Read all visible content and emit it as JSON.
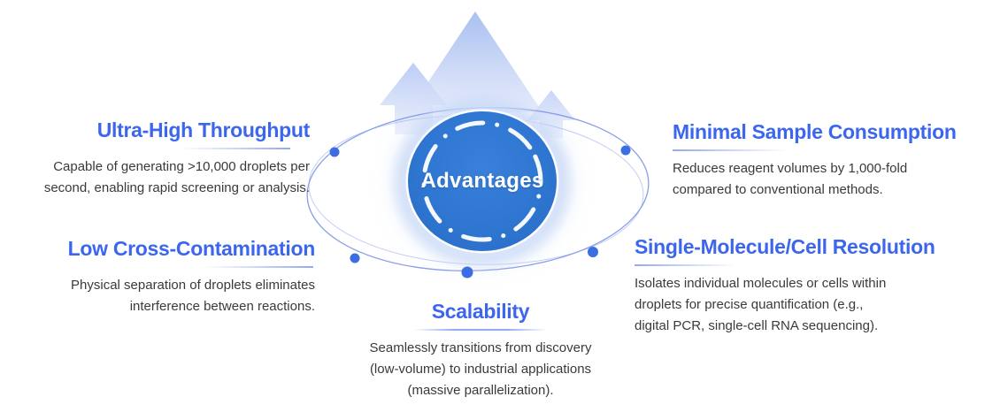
{
  "badge": {
    "label": "Advantages",
    "fill_color": "#2e76d1",
    "ring_style": "white dashed ring with small dots"
  },
  "colors": {
    "heading_blue": "#3c66ee",
    "body_text": "#3a3a3a",
    "badge_blue": "#2e76d1",
    "orbit_line": "#6c86e0",
    "orbit_dot": "#3a6ee2",
    "arrow_blue": "#a9c0f0",
    "underline_blue": "#93a9f0",
    "background": "#ffffff"
  },
  "decor": {
    "up_arrow_icons": 3,
    "orbit_rings": 2,
    "orbit_dots": 5
  },
  "advantages": [
    {
      "id": "ultra-high-throughput",
      "placement": "top-left",
      "title": "Ultra-High Throughput",
      "lines": [
        "Capable of generating >10,000 droplets per",
        "second, enabling rapid screening or analysis."
      ]
    },
    {
      "id": "minimal-sample-consumption",
      "placement": "top-right",
      "title": "Minimal Sample Consumption",
      "lines": [
        "Reduces reagent volumes by 1,000-fold",
        "compared to conventional methods."
      ]
    },
    {
      "id": "low-cross-contamination",
      "placement": "middle-left",
      "title": "Low Cross-Contamination",
      "lines": [
        "Physical separation of droplets eliminates",
        "interference between reactions."
      ]
    },
    {
      "id": "single-molecule-cell-resolution",
      "placement": "middle-right",
      "title": "Single-Molecule/Cell Resolution",
      "lines": [
        "Isolates individual molecules or cells within",
        "droplets for precise quantification (e.g.,",
        "digital PCR, single-cell RNA sequencing)."
      ]
    },
    {
      "id": "scalability",
      "placement": "bottom-center",
      "title": "Scalability",
      "lines": [
        "Seamlessly transitions from discovery",
        "(low-volume) to industrial applications",
        "(massive parallelization)."
      ]
    }
  ]
}
